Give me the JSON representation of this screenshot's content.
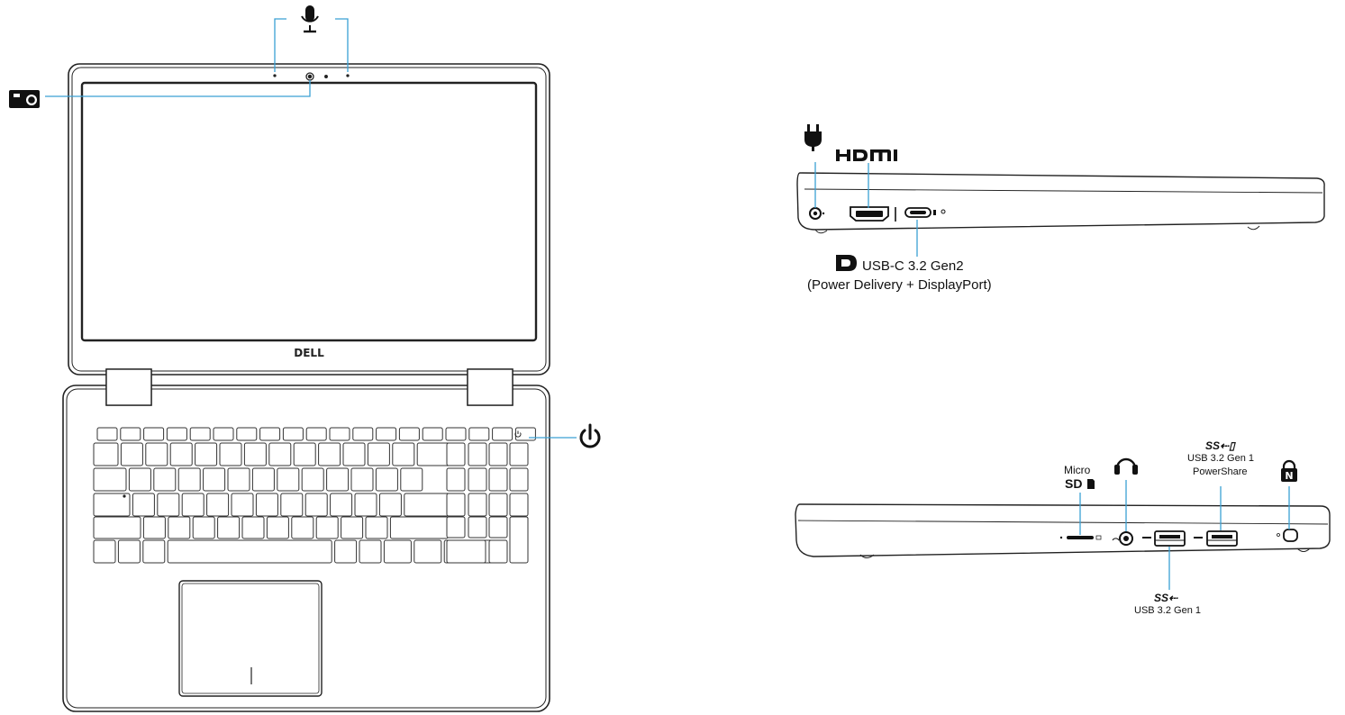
{
  "colors": {
    "outline": "#222222",
    "callout": "#3aa0d4",
    "key": "#333333"
  },
  "top_view": {
    "brand_logo": "DELL",
    "icons": [
      "microphone-icon",
      "camera-icon",
      "power-icon"
    ]
  },
  "left_side": {
    "icons": [
      "power-plug-icon",
      "hdmi-logo",
      "displayport-icon"
    ],
    "hdmi_text": "HDMI",
    "usbc_line1": "USB-C 3.2   Gen2",
    "usbc_line2": "(Power Delivery + DisplayPort)"
  },
  "right_side": {
    "icons": [
      "sd-card-icon",
      "headset-icon",
      "usb-ss-icon",
      "usb-ss-powershare-icon",
      "noble-lock-icon"
    ],
    "microsd_line1": "Micro",
    "microsd_line2": "SD",
    "usb_powershare_logo": "SS⇠▯",
    "usb_powershare_line1": "USB 3.2 Gen 1",
    "usb_powershare_line2": "PowerShare",
    "usb_logo": "SS⇠",
    "usb_line1": "USB 3.2 Gen 1",
    "lock_letter": "N"
  }
}
